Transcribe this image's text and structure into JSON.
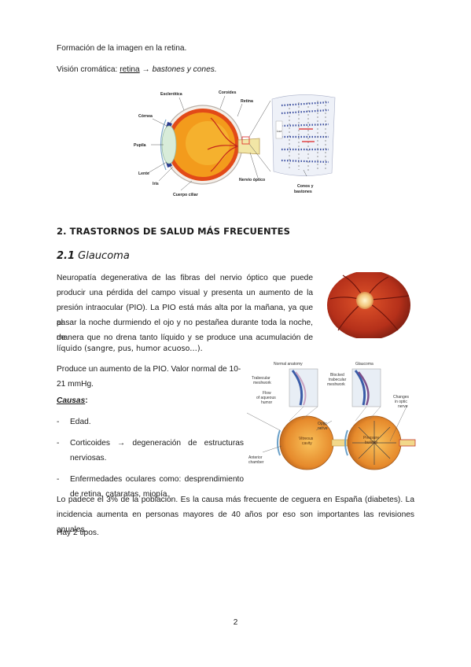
{
  "intro": {
    "line1": "Formación de la imagen en la retina.",
    "line2_prefix": "Visión cromática: ",
    "line2_link": "retina",
    "line2_arrow": " → ",
    "line2_italic": "bastones y cones."
  },
  "eye_figure": {
    "labels": {
      "esclerotica": "Esclerótica",
      "coroides": "Coroides",
      "retina": "Retina",
      "cornea": "Córnea",
      "pupila": "Pupila",
      "lente": "Lente",
      "iris": "Iris",
      "cuerpo_ciliar": "Cuerpo ciliar",
      "nervio_optico": "Nervio óptico",
      "conos_1": "Conos y",
      "conos_2": "bastones",
      "luz": "Luz"
    }
  },
  "section": {
    "title": "2. TRASTORNOS DE SALUD MÁS FRECUENTES",
    "sub_num": "2.1",
    "sub_title": " Glaucoma"
  },
  "glaucoma": {
    "para1_line1": "Neuropatía degenerativa de las fibras del nervio óptico que puede",
    "para1_line2": "producir una pérdida del campo visual y presenta un aumento de la",
    "para1_line3": "presión intraocular (PIO). La PIO está más alta por la mañana, ya que al",
    "para1_line4": "pasar la noche durmiendo el ojo y no pestañea durante toda la noche, de",
    "para1_line5": "manera que no drena tanto líquido y se produce una acumulación de",
    "para1_line6": "líquido (sangre, pus, humor acuoso…).",
    "para2": "Produce un aumento de la PIO. Valor normal de 10-21 mmHg.",
    "causas_label": "Causas",
    "causas_colon": ":",
    "causas": [
      "Edad.",
      "Corticoides → degeneración de estructuras nerviosas.",
      "Enfermedades oculares como: desprendimiento de retina, cataratas, miopía."
    ],
    "para3": "Lo padece el 3% de la población. Es la causa más frecuente de ceguera en España (diabetes). La incidencia aumenta en personas mayores de 40 años por eso son importantes las revisiones anuales.",
    "para4": "Hay 2 tipos."
  },
  "glaucoma_figure": {
    "normal_title": "Normal anatomy",
    "glaucoma_title": "Glaucoma",
    "trabecular_1": "Trabecular",
    "trabecular_2": "meshwork",
    "flow_1": "Flow",
    "flow_2": "of aqueous",
    "flow_3": "humor",
    "blocked_1": "Blocked",
    "blocked_2": "trabecular",
    "blocked_3": "meshwork",
    "optic_1": "Optic",
    "optic_2": "nerve",
    "changes_1": "Changes",
    "changes_2": "in optic",
    "changes_3": "nerve",
    "vitreous_1": "Vitreous",
    "vitreous_2": "cavity",
    "pressure_1": "Pressure",
    "pressure_2": "buildup",
    "anterior_1": "Anterior",
    "anterior_2": "chamber"
  },
  "page_number": "2"
}
